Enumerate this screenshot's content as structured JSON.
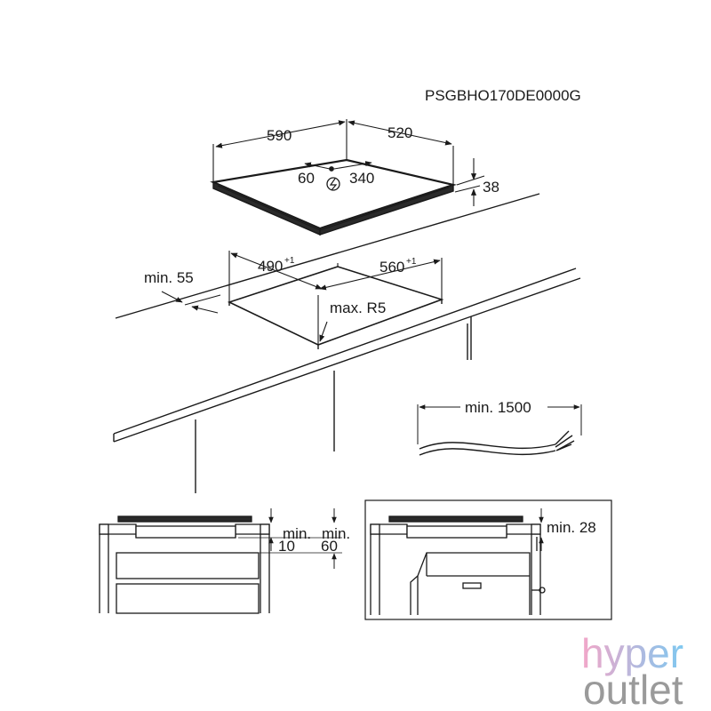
{
  "model_code": "PSGBHO170DE0000G",
  "hob": {
    "width": "590",
    "depth": "520",
    "height": "38",
    "connection_left": "60",
    "connection_right": "340"
  },
  "cutout": {
    "width": "490",
    "width_tol": "+1",
    "depth": "560",
    "depth_tol": "+1",
    "front_margin": "min. 55",
    "corner_radius": "max. R5"
  },
  "cable": {
    "length": "min. 1500"
  },
  "section_left": {
    "gap_label_1": "min.",
    "gap_value_1": "10",
    "gap_label_2": "min.",
    "gap_value_2": "60"
  },
  "section_right": {
    "gap_label": "min. 28"
  },
  "watermark": {
    "line1": "hyper",
    "line2": "outlet",
    "gradient_start": "#f3a6c8",
    "gradient_end": "#7ec8f0",
    "line2_color": "#9a9a9a"
  }
}
